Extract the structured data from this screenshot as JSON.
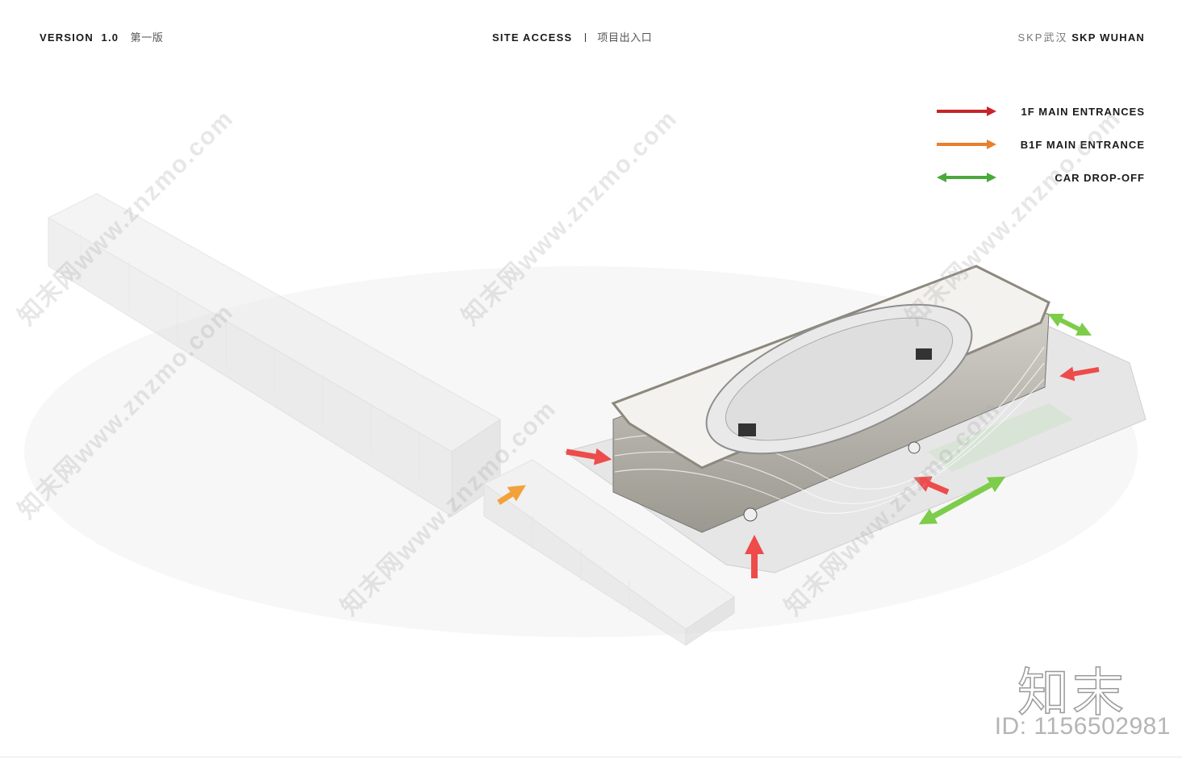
{
  "header": {
    "version_label": "VERSION",
    "version_number": "1.0",
    "version_cn": "第一版",
    "section_title": "SITE ACCESS",
    "section_title_cn": "项目出入口",
    "project_cn": "SKP武汉",
    "project_name": "SKP WUHAN"
  },
  "legend": {
    "items": [
      {
        "label": "1F MAIN ENTRANCES",
        "color": "#c8242b",
        "style": "single-arrow"
      },
      {
        "label": "B1F MAIN ENTRANCE",
        "color": "#e87f2c",
        "style": "single-arrow"
      },
      {
        "label": "CAR DROP-OFF",
        "color": "#4aa93a",
        "style": "double-arrow"
      }
    ]
  },
  "markers": {
    "entrance_1f_color": "#ee4b4b",
    "entrance_b1f_color": "#f2a23a",
    "dropoff_color": "#7dcc4a"
  },
  "watermark": {
    "site_text": "知末网www.znzmo.com",
    "logo_text": "知末",
    "id_text": "ID: 1156502981"
  }
}
